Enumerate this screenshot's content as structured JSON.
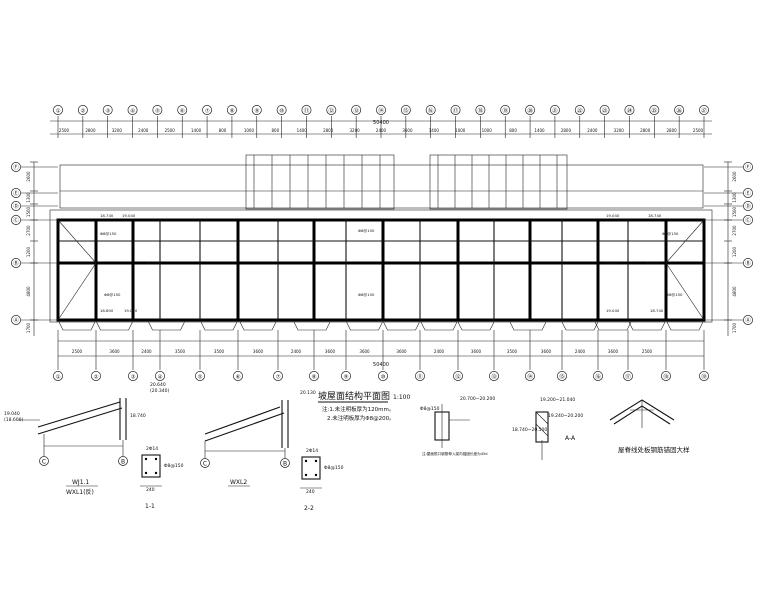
{
  "top_axes": [
    "①",
    "②",
    "③",
    "④",
    "⑤",
    "⑥",
    "⑦",
    "⑧",
    "⑨",
    "⑩",
    "⑪",
    "⑫",
    "⑬",
    "⑭",
    "⑮",
    "⑯",
    "⑰",
    "⑱",
    "⑲",
    "⑳",
    "㉑",
    "㉒",
    "㉓",
    "㉔",
    "㉕",
    "㉖",
    "㉗"
  ],
  "bottom_axes": [
    "①",
    "②",
    "③",
    "④",
    "⑤",
    "⑥",
    "⑦",
    "⑧",
    "⑨",
    "⑩",
    "⑪",
    "⑫",
    "⑬",
    "⑭",
    "⑮",
    "⑯",
    "⑰",
    "⑱",
    "⑲"
  ],
  "left_axes": [
    "Ⓕ",
    "Ⓔ",
    "Ⓓ",
    "Ⓒ",
    "Ⓑ",
    "Ⓐ"
  ],
  "top_dims": [
    "2500",
    "2800",
    "3200",
    "2400",
    "2500",
    "1400",
    "800",
    "1000",
    "800",
    "1400",
    "2800",
    "3200",
    "2400",
    "3600",
    "1400",
    "1000",
    "1000",
    "800",
    "1400",
    "2800",
    "2400",
    "3200",
    "2800",
    "2800",
    "2500"
  ],
  "bottom_dims": [
    "2500",
    "3600",
    "2400",
    "3500",
    "3500",
    "3600",
    "2400",
    "3600",
    "3600",
    "3600",
    "2400",
    "3600",
    "3500",
    "3600",
    "2400",
    "3600",
    "2500"
  ],
  "overall_dim": "50400",
  "left_dims": [
    "2600",
    "1300",
    "1500",
    "2700",
    "1200",
    "4800",
    "1700"
  ],
  "right_dims": [
    "2600",
    "1300",
    "1500",
    "2700",
    "1200",
    "4800",
    "1700"
  ],
  "plan_title": "坡屋面结构平面图",
  "plan_scale": "1:100",
  "notes": [
    "注:1.未注明板厚为120mm。",
    "2.未注明板厚为Φ8@200。"
  ],
  "plan_labels": [
    "18.740",
    "19.040",
    "Φ8@150",
    "19.040",
    "18.740",
    "Φ8@150",
    "19.500",
    "19.400",
    "19.400",
    "19.500",
    "Φ8@150",
    "Φ8@150",
    "Φ8@150",
    "18.800",
    "19.040",
    "19.040",
    "18.740",
    "Φ8@150"
  ],
  "details": {
    "wj1_label": "WJ1.1",
    "wj1_sub": "WXL1(反)",
    "wj2_label": "WXL2",
    "sec1": "1-1",
    "sec2": "2-2",
    "elev_a": "20.640",
    "elev_b": "(20.340)",
    "elev_c": "20.130",
    "elev_d": "19.040",
    "elev_e": "(18.600)",
    "elev_f": "18.740",
    "bars_a": "2Φ14",
    "bars_b": "Φ8@150",
    "width": "240",
    "detail3_text": "Φ8@150",
    "detail3_elev": "20.700~20.200",
    "detail4_elev1": "19.200~21.040",
    "detail4_elev2": "19.240~20.200",
    "detail4_elev3": "18.740~20.500",
    "detail4_label": "A-A",
    "detail3_note": "注:屋面檐口钢筋伸入梁内锚固长度为45d",
    "ridge_label": "屋脊线处板钢筋锚固大样"
  }
}
